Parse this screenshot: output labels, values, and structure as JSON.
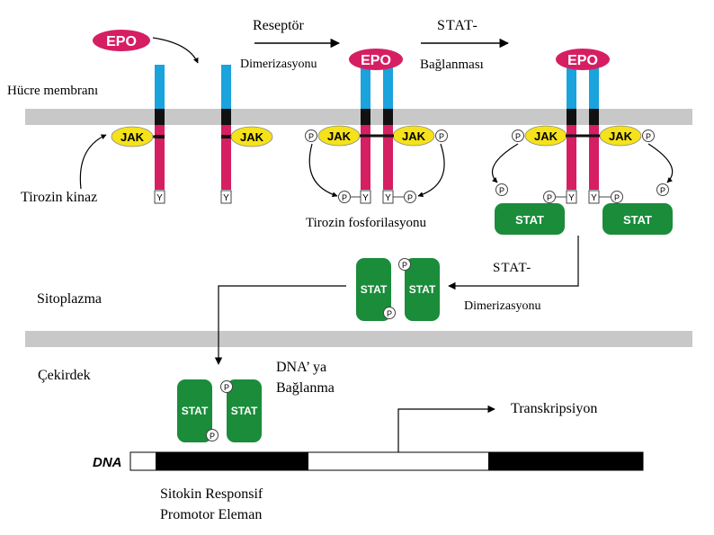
{
  "labels": {
    "receptor_top": "Reseptör",
    "receptor_bottom": "Dimerizasyonu",
    "stat_bind_top": "STAT-",
    "stat_bind_bottom": "Bağlanması",
    "membrane": "Hücre membranı",
    "tyrosine_kinase": "Tirozin kinaz",
    "tyrosine_phos": "Tirozin fosforilasyonu",
    "stat_dimer_top": "STAT-",
    "stat_dimer_bottom": "Dimerizasyonu",
    "cytoplasm": "Sitoplazma",
    "nucleus": "Çekirdek",
    "dna_binding_1": "DNA’ ya",
    "dna_binding_2": "Bağlanma",
    "transcription": "Transkripsiyon",
    "promoter_1": "Sitokin Responsif",
    "promoter_2": "Promotor Eleman"
  },
  "glyphs": {
    "epo": "EPO",
    "jak": "JAK",
    "stat": "STAT",
    "p": "P",
    "y": "Y",
    "dna": "DNA"
  },
  "colors": {
    "epo": "#d61e63",
    "receptor_top": "#1aa3dc",
    "receptor_bottom": "#d61e63",
    "jak": "#f5e21a",
    "stat": "#1a8c3a",
    "membrane": "#c8c8c8",
    "dna": "#000000"
  }
}
